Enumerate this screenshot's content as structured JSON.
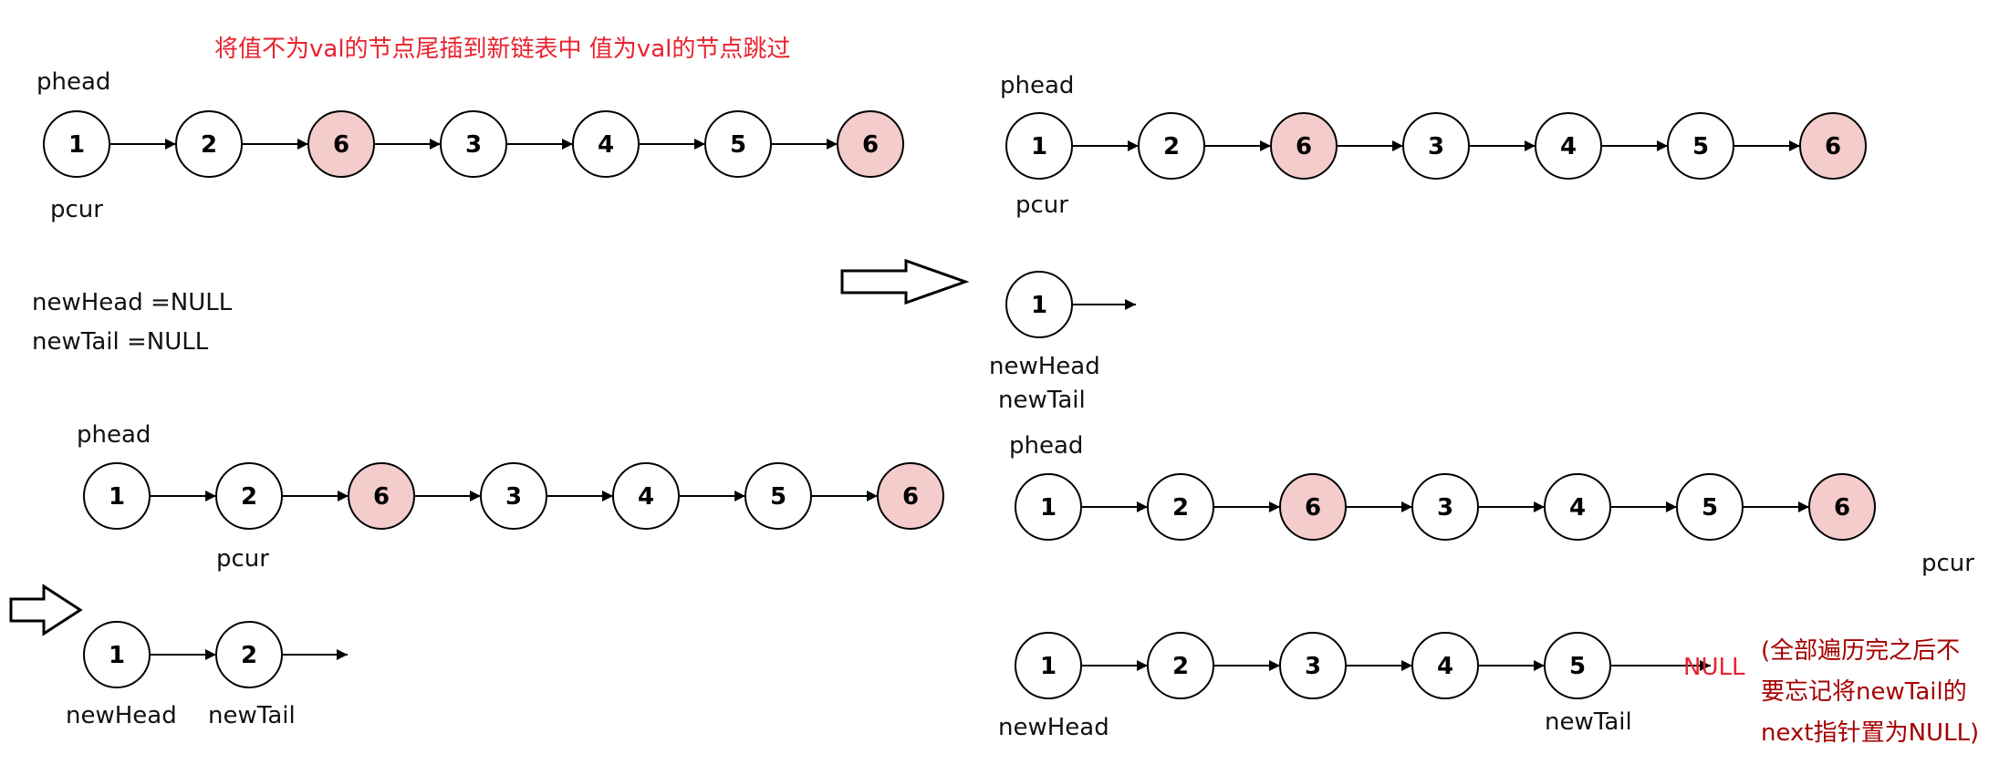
{
  "title": "将值不为val的节点尾插到新链表中 值为val的节点跳过",
  "colors": {
    "title": "#e8222e",
    "node_fill": "#ffffff",
    "node_fill_val": "#f4cccc",
    "stroke": "#000000",
    "null_text": "#e8222e",
    "note_text": "#a40000"
  },
  "icons": [
    "right-arrow-icon"
  ],
  "diagram1": {
    "original_list": [
      "1",
      "2",
      "6",
      "3",
      "4",
      "5",
      "6"
    ],
    "head_label": "phead",
    "cursor_label": "pcur",
    "init_line1": "newHead =NULL",
    "init_line2": "newTail =NULL"
  },
  "diagram2": {
    "original_list": [
      "1",
      "2",
      "6",
      "3",
      "4",
      "5",
      "6"
    ],
    "head_label": "phead",
    "cursor_label": "pcur",
    "new_list": [
      "1"
    ],
    "new_head_label": "newHead",
    "new_tail_label": "newTail"
  },
  "diagram3": {
    "original_list": [
      "1",
      "2",
      "6",
      "3",
      "4",
      "5",
      "6"
    ],
    "head_label": "phead",
    "cursor_label": "pcur",
    "new_list": [
      "1",
      "2"
    ],
    "new_head_label": "newHead",
    "new_tail_label": "newTail"
  },
  "diagram4": {
    "original_list": [
      "1",
      "2",
      "6",
      "3",
      "4",
      "5",
      "6"
    ],
    "head_label": "phead",
    "cursor_label": "pcur",
    "new_list": [
      "1",
      "2",
      "3",
      "4",
      "5"
    ],
    "new_head_label": "newHead",
    "new_tail_label": "newTail",
    "null_label": "NULL",
    "note_line1": "(全部遍历完之后不",
    "note_line2": "要忘记将newTail的",
    "note_line3": "next指针置为NULL)"
  }
}
